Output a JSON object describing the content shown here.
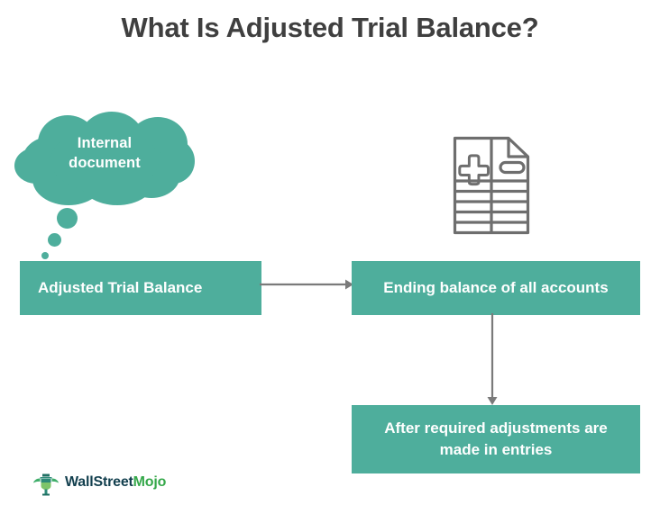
{
  "page": {
    "title": "What Is Adjusted Trial Balance?",
    "background_color": "#ffffff",
    "title_color": "#3f3f3f"
  },
  "theme": {
    "accent_teal": "#4EAE9C",
    "arrow_gray": "#7a7a7a",
    "icon_gray": "#6e6e6e",
    "box_text_color": "#ffffff"
  },
  "diagram": {
    "thought_cloud": {
      "label_line_1": "Internal",
      "label_line_2": "document",
      "color": "#4EAE9C",
      "trail_bubble_count": 3
    },
    "boxes": [
      {
        "id": "adjusted-trial-balance",
        "label": "Adjusted Trial Balance",
        "align": "left",
        "color": "#4EAE9C"
      },
      {
        "id": "ending-balance",
        "label": "Ending balance of all accounts",
        "align": "center",
        "color": "#4EAE9C"
      },
      {
        "id": "after-adjustments",
        "label": "After required adjustments are made in entries",
        "align": "center",
        "color": "#4EAE9C"
      }
    ],
    "connectors": [
      {
        "id": "adjusted-to-ending",
        "direction": "right",
        "from": "adjusted-trial-balance",
        "to": "ending-balance",
        "color": "#7a7a7a"
      },
      {
        "id": "ending-to-after",
        "direction": "down",
        "from": "ending-balance",
        "to": "after-adjustments",
        "color": "#7a7a7a"
      }
    ],
    "document_icon": {
      "name": "ledger-document-icon",
      "plus_symbol": "+",
      "minus_symbol": "−",
      "row_count": 6,
      "color": "#6e6e6e"
    }
  },
  "branding": {
    "logo_icon_name": "wallstreetmojo-figure-icon",
    "name_part_1": "WallStreet",
    "name_part_2": "Mojo",
    "name_part_1_color": "#123f4e",
    "name_part_2_color": "#35a84a"
  }
}
